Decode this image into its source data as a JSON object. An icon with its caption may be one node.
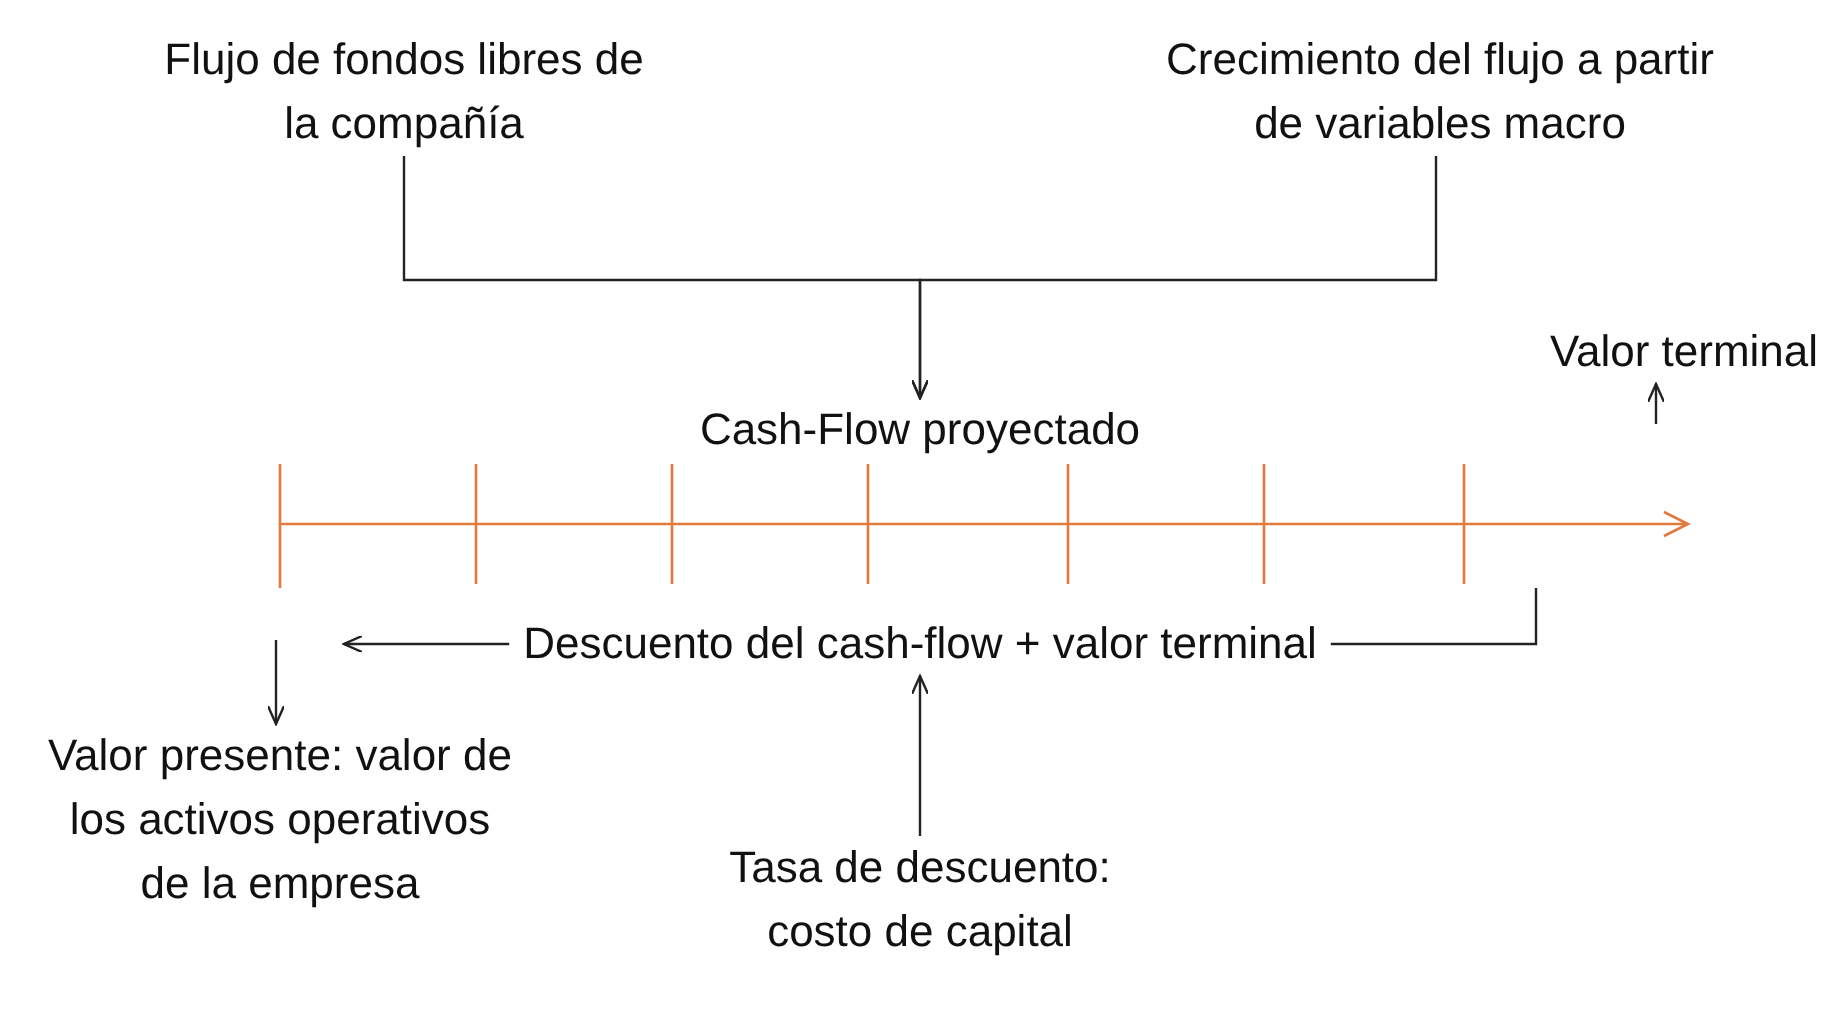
{
  "diagram": {
    "nodes": [
      {
        "text": [
          "Flujo de fondos libres de la compañía"
        ]
      },
      {
        "text": [
          "Crecimiento del flujo a partir de variables macro"
        ]
      },
      {
        "text": [
          "Cash-Flow proyectado"
        ]
      },
      {
        "text": [
          "Valor terminal"
        ]
      },
      {
        "text": [],
        "shape": "bar"
      },
      {
        "text": [
          "Descuento del cash-flow + valor terminal"
        ]
      },
      {
        "text": [
          "Valor presente: valor de los activos operativos de la empresa"
        ]
      },
      {
        "text": [
          "Tasa de descuento: costo de capital"
        ]
      }
    ],
    "edges": [
      {
        "from": 0,
        "to": 2,
        "arrow": "to"
      },
      {
        "from": 1,
        "to": 2,
        "arrow": "to"
      },
      {
        "from": null,
        "to": 3,
        "arrow": "to"
      },
      {
        "from": 4,
        "to": 5,
        "arrow": "none"
      },
      {
        "from": 5,
        "to": null,
        "arrow": "to"
      },
      {
        "from": null,
        "to": 6,
        "arrow": "to"
      },
      {
        "from": 7,
        "to": 5,
        "arrow": "to"
      }
    ]
  }
}
